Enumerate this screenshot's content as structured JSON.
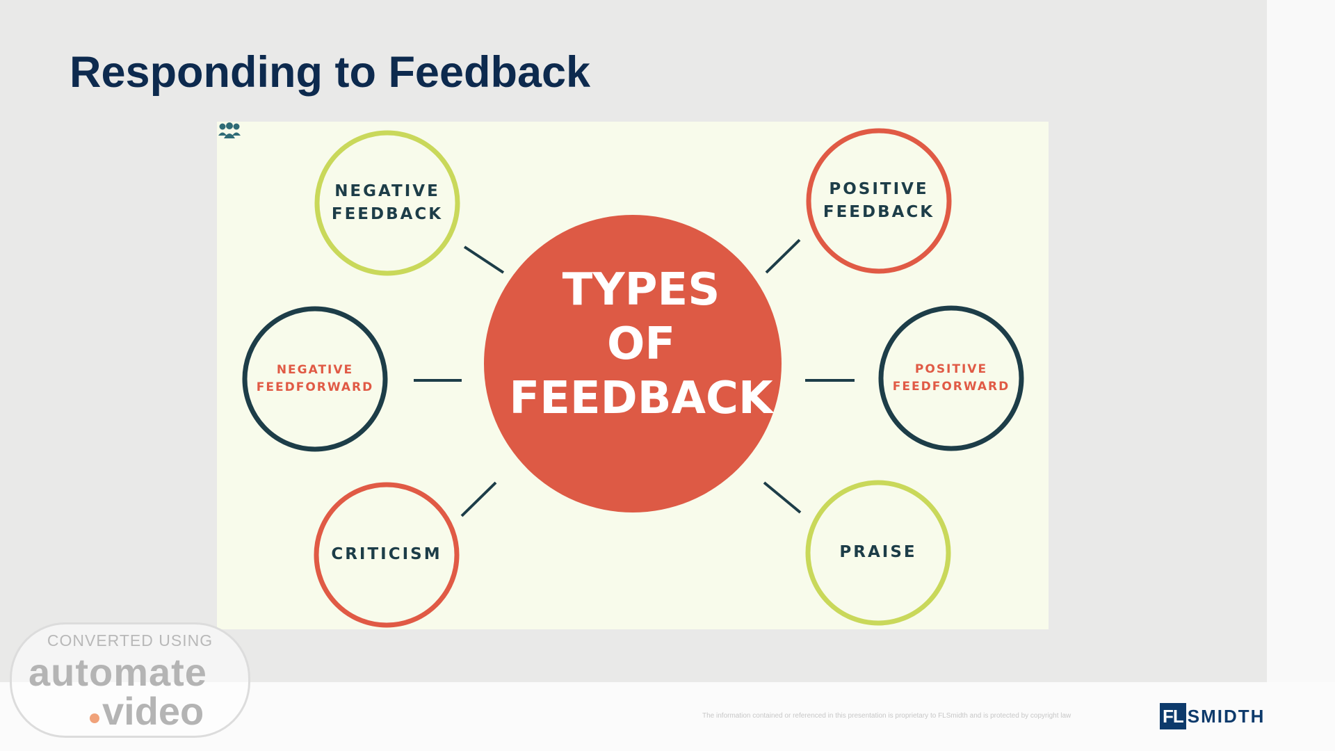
{
  "slide": {
    "title": "Responding to Feedback"
  },
  "diagram": {
    "center": {
      "lines": [
        "TYPES",
        "OF",
        "FEEDBACK"
      ],
      "color": "#dd5a45"
    },
    "nodes": [
      {
        "id": "negative-feedback",
        "lines": [
          "NEGATIVE",
          "FEEDBACK"
        ],
        "ring_color": "#c9d85a",
        "text_color": "#1d3d48"
      },
      {
        "id": "positive-feedback",
        "lines": [
          "POSITIVE",
          "FEEDBACK"
        ],
        "ring_color": "#e05a45",
        "text_color": "#1d3d48"
      },
      {
        "id": "negative-feedforward",
        "lines": [
          "NEGATIVE",
          "FEEDFORWARD"
        ],
        "ring_color": "#1d3d48",
        "text_color": "#e05a45"
      },
      {
        "id": "positive-feedforward",
        "lines": [
          "POSITIVE",
          "FEEDFORWARD"
        ],
        "ring_color": "#1d3d48",
        "text_color": "#e05a45"
      },
      {
        "id": "criticism",
        "lines": [
          "CRITICISM"
        ],
        "ring_color": "#e05a45",
        "text_color": "#1d3d48"
      },
      {
        "id": "praise",
        "lines": [
          "PRAISE"
        ],
        "ring_color": "#c9d85a",
        "text_color": "#1d3d48"
      }
    ],
    "icon": "people-group-icon"
  },
  "watermark": {
    "top": "CONVERTED USING",
    "mid": "automate",
    "bot": "video"
  },
  "footer": {
    "disclaimer": "The information contained or referenced in this presentation is proprietary to FLSmidth and is protected by copyright law",
    "logo_box": "FL",
    "logo_text": "SMIDTH"
  }
}
